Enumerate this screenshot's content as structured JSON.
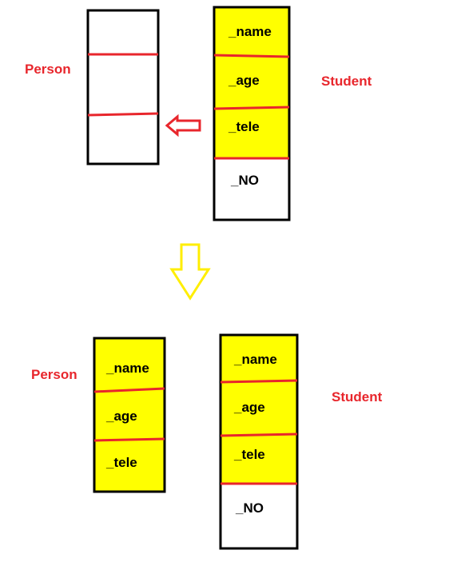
{
  "colors": {
    "object_fill": "#ffff00",
    "border": "#000000",
    "divider": "#e8262c",
    "label": "#e8262c",
    "text": "#000000",
    "hollow_arrow": "#e8262c",
    "down_arrow": "#ffee00"
  },
  "top": {
    "person_label": "Person",
    "student_label": "Student",
    "student_fields": [
      "_name",
      "_age",
      "_tele",
      "_NO"
    ]
  },
  "bottom": {
    "person_label": "Person",
    "student_label": "Student",
    "person_fields": [
      "_name",
      "_age",
      "_tele"
    ],
    "student_fields": [
      "_name",
      "_age",
      "_tele",
      "_NO"
    ]
  },
  "icons": {
    "slice_arrow": "hollow-left-arrow-icon",
    "transition_arrow": "hollow-down-arrow-icon"
  }
}
